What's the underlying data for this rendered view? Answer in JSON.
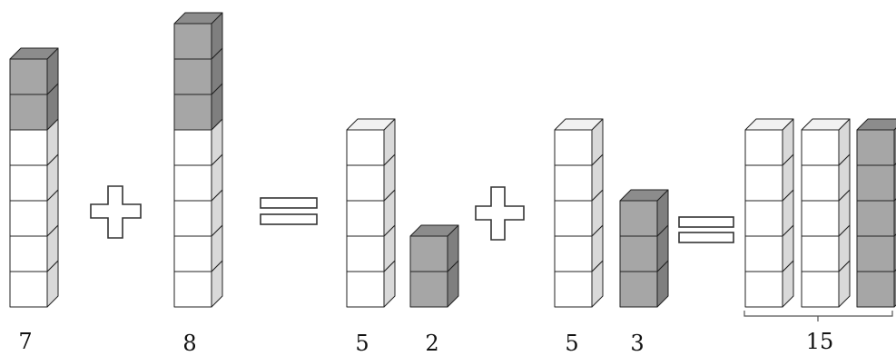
{
  "colors": {
    "white_face": "#ffffff",
    "white_side": "#d9d9d9",
    "white_top": "#f2f2f2",
    "gray_face": "#a6a6a6",
    "gray_side": "#7f7f7f",
    "gray_top": "#8c8c8c",
    "stroke": "#222222"
  },
  "stacks": [
    {
      "name": "stack-7",
      "white": 5,
      "gray": 2
    },
    {
      "name": "stack-8",
      "white": 5,
      "gray": 3
    },
    {
      "name": "stack-5a",
      "white": 5,
      "gray": 0
    },
    {
      "name": "stack-2",
      "white": 0,
      "gray": 2
    },
    {
      "name": "stack-5b",
      "white": 5,
      "gray": 0
    },
    {
      "name": "stack-3",
      "white": 0,
      "gray": 3
    },
    {
      "name": "stack-15a",
      "white": 5,
      "gray": 0
    },
    {
      "name": "stack-15b",
      "white": 5,
      "gray": 0
    },
    {
      "name": "stack-15c",
      "white": 0,
      "gray": 5
    }
  ],
  "labels": {
    "n7": "7",
    "n8": "8",
    "n5a": "5",
    "n2": "2",
    "n5b": "5",
    "n3": "3",
    "n15": "15"
  },
  "operators": [
    "plus",
    "equals",
    "plus",
    "equals"
  ]
}
